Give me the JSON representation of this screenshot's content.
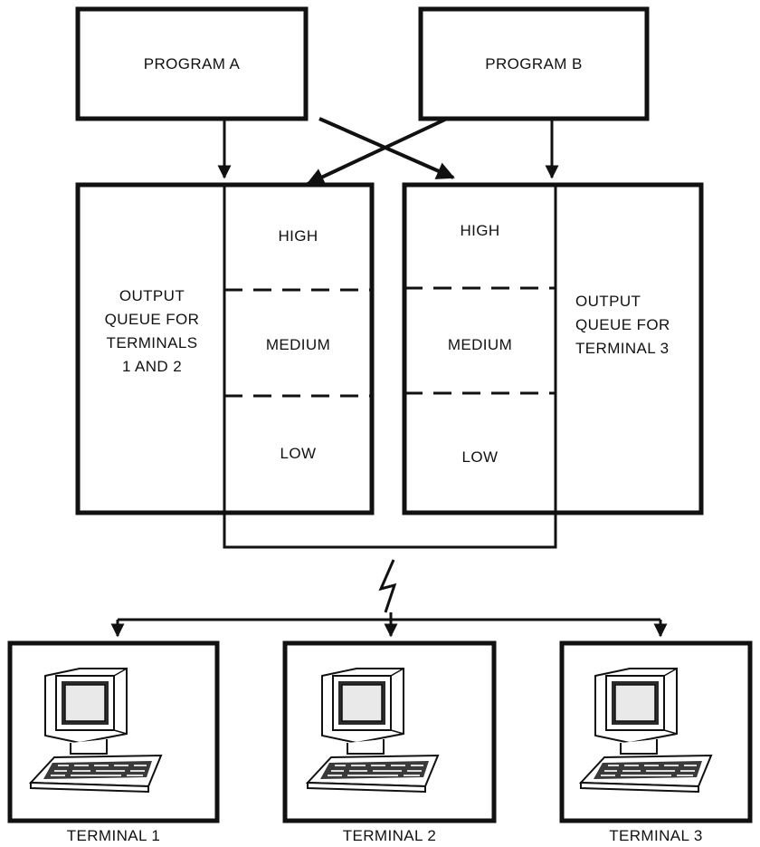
{
  "programs": {
    "a": "PROGRAM A",
    "b": "PROGRAM B"
  },
  "queues": {
    "left": {
      "title_lines": [
        "OUTPUT",
        "QUEUE FOR",
        "TERMINALS",
        "1 AND 2"
      ],
      "priorities": [
        "HIGH",
        "MEDIUM",
        "LOW"
      ]
    },
    "right": {
      "title_lines": [
        "OUTPUT",
        "QUEUE FOR",
        "TERMINAL 3"
      ],
      "priorities": [
        "HIGH",
        "MEDIUM",
        "LOW"
      ]
    }
  },
  "terminals": [
    {
      "label": "TERMINAL 1"
    },
    {
      "label": "TERMINAL 2"
    },
    {
      "label": "TERMINAL 3"
    }
  ],
  "colors": {
    "line": "#111111",
    "background": "#ffffff"
  }
}
